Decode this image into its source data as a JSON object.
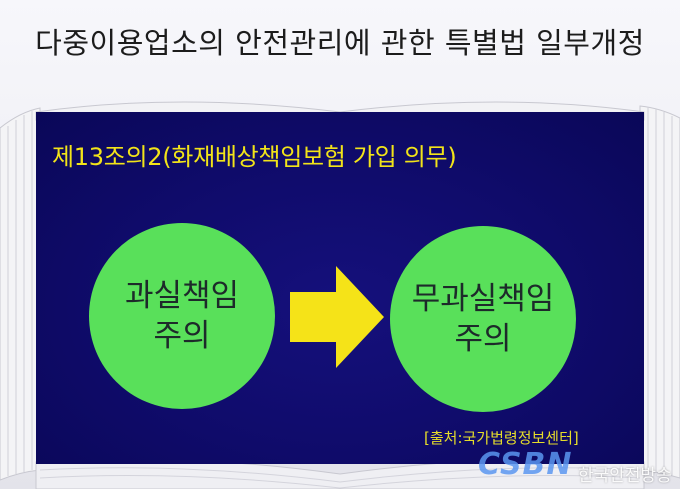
{
  "headline": "다중이용업소의 안전관리에 관한 특별법 일부개정",
  "article_title": "제13조의2(화재배상책임보험 가입 의무)",
  "left_circle": {
    "line1": "과실책임",
    "line2": "주의"
  },
  "right_circle": {
    "line1": "무과실책임",
    "line2": "주의"
  },
  "source": "[출처:국가법령정보센터]",
  "watermark": {
    "logo": "CSBN",
    "text": "한국안전방송"
  },
  "colors": {
    "panel": "#0f0b6a",
    "title": "#f2e419",
    "circle": "#59e05a",
    "arrow": "#f5e318"
  },
  "icons": [
    "right-arrow-icon"
  ]
}
